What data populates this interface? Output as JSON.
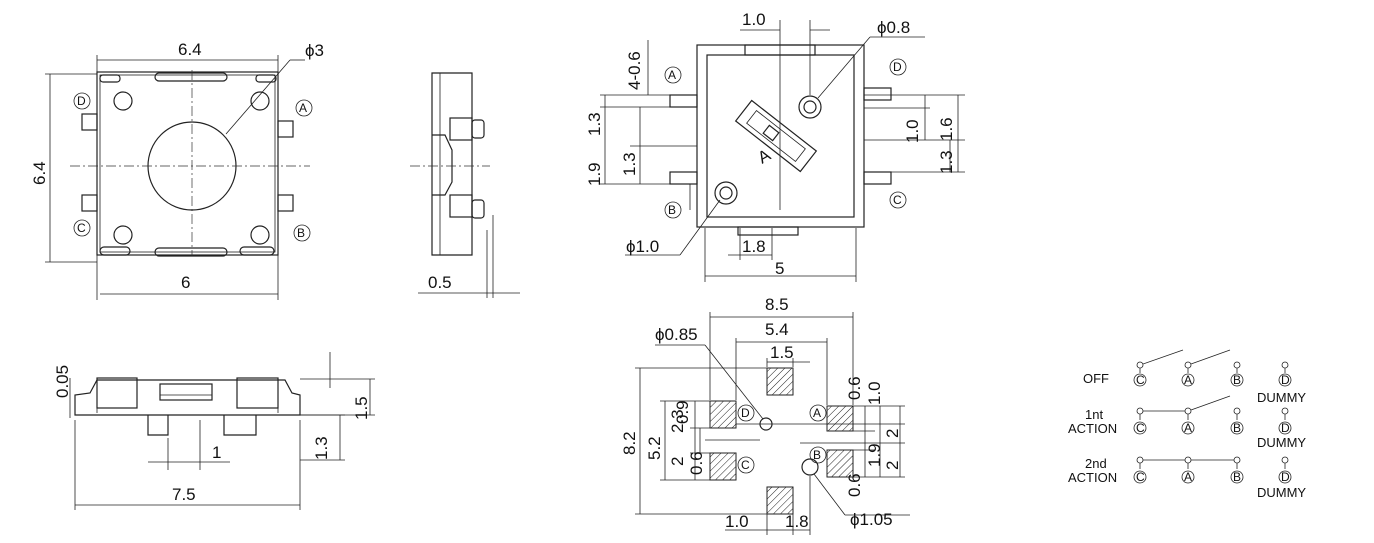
{
  "top_view": {
    "width": "6.4",
    "height": "6.4",
    "hole": "ϕ3",
    "bottom_width": "6",
    "pins": [
      "D",
      "A",
      "C",
      "B"
    ]
  },
  "side_view": {
    "lead": "0.5"
  },
  "front_view": {
    "gap": "0.05",
    "body_height": "1.5",
    "stand_height": "1.3",
    "pitch": "1",
    "length": "7.5"
  },
  "iso_view": {
    "pitch": "1.0",
    "pin_dia": "ϕ0.8",
    "lead": "4-0.6",
    "d1": "1.3",
    "d2": "1.3",
    "d3": "1.9",
    "d4": "1.0",
    "d5": "1.6",
    "d6": "1.3",
    "post_dia": "ϕ1.0",
    "w1": "1.8",
    "w2": "5",
    "mark": "A",
    "pins": [
      "A",
      "D",
      "B",
      "C"
    ]
  },
  "footprint": {
    "w_total": "8.5",
    "w_inner": "5.4",
    "pad_w": "1.5",
    "hole1": "ϕ0.85",
    "hole2": "ϕ1.05",
    "h_total": "8.2",
    "h_inner": "5.2",
    "v_09": "0.9",
    "v_23": "2.3",
    "v_2a": "2",
    "v_06a": "0.6",
    "v_06b": "0.6",
    "v_10": "1.0",
    "v_2b": "2",
    "v_19": "1.9",
    "v_2c": "2",
    "v_06c": "0.6",
    "b_10": "1.0",
    "b_18": "1.8",
    "pins": [
      "D",
      "A",
      "C",
      "B"
    ]
  },
  "switch_diagram": {
    "states": [
      {
        "label": [
          "OFF"
        ],
        "dummy": "DUMMY"
      },
      {
        "label": [
          "1nt",
          "ACTION"
        ],
        "dummy": "DUMMY"
      },
      {
        "label": [
          "2nd",
          "ACTION"
        ],
        "dummy": "DUMMY"
      }
    ],
    "pins": [
      "C",
      "A",
      "B",
      "D"
    ]
  }
}
